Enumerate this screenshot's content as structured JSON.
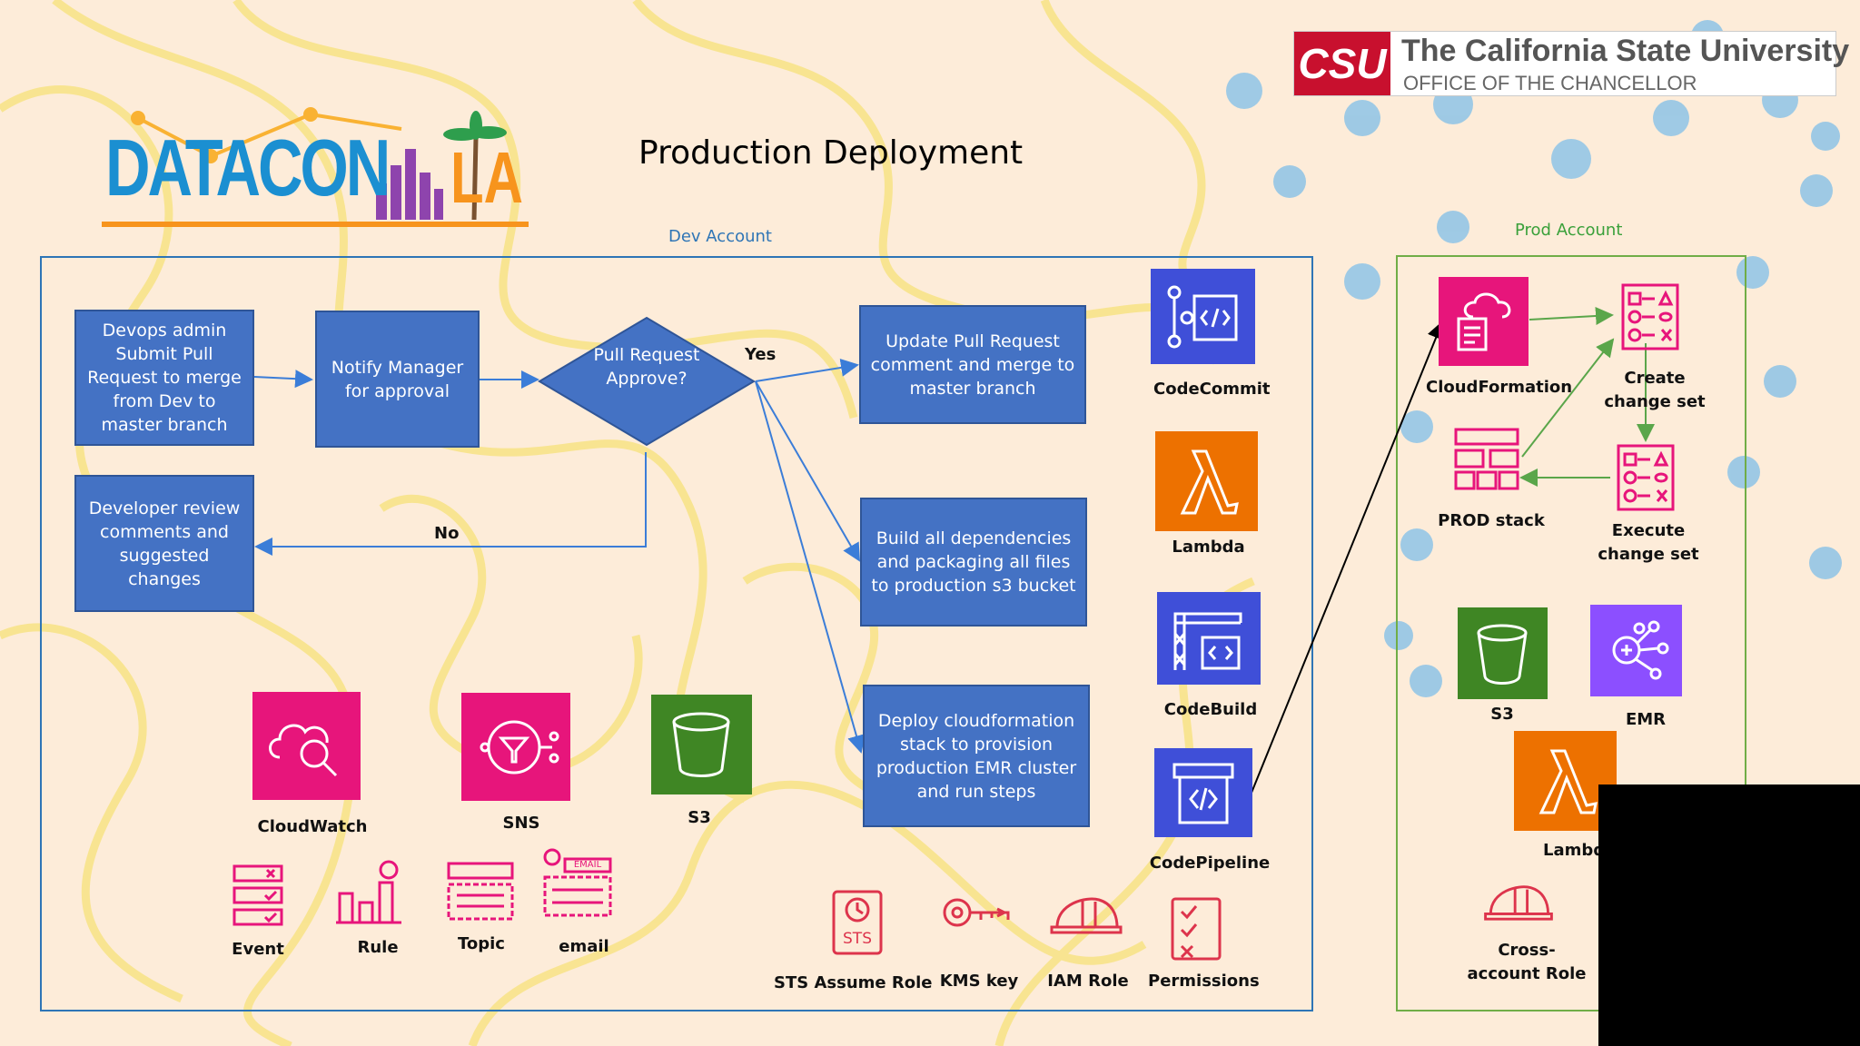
{
  "slide": {
    "title": "Production Deployment",
    "logo_text": "DATACON",
    "logo_suffix": "LA",
    "csu_mark": "CSU",
    "csu_name": "The California State University",
    "csu_office": "OFFICE OF THE CHANCELLOR"
  },
  "accounts": {
    "dev": "Dev Account",
    "prod": "Prod Account"
  },
  "flow": {
    "submit_pr": "Devops admin Submit Pull Request to merge from Dev to master branch",
    "notify_manager": "Notify Manager for approval",
    "decision": "Pull Request Approve?",
    "yes": "Yes",
    "no": "No",
    "review": "Developer review comments and suggested changes",
    "update_pr": "Update Pull Request comment and merge to master branch",
    "build": "Build all dependencies and packaging all files to production s3 bucket",
    "deploy": "Deploy cloudformation stack to provision production EMR cluster and run steps"
  },
  "dev_services": {
    "codecommit": "CodeCommit",
    "lambda": "Lambda",
    "codebuild": "CodeBuild",
    "codepipeline": "CodePipeline",
    "cloudwatch": "CloudWatch",
    "sns": "SNS",
    "s3": "S3",
    "event": "Event",
    "rule": "Rule",
    "topic": "Topic",
    "email": "email",
    "email_tag": "EMAIL",
    "sts": "STS Assume Role",
    "sts_tag": "STS",
    "kms": "KMS key",
    "iam": "IAM Role",
    "permissions": "Permissions"
  },
  "prod_services": {
    "cloudformation": "CloudFormation",
    "create_change_set": "Create change set",
    "prod_stack": "PROD stack",
    "execute_change_set": "Execute change set",
    "s3": "S3",
    "emr": "EMR",
    "lambda": "Lambd",
    "cross_account_role": "Cross-account Role"
  },
  "colors": {
    "box_fill": "#4472c4",
    "box_border": "#2f5597",
    "dev_frame": "#2e75b6",
    "prod_frame": "#70ad47",
    "aws_pink": "#e7157b",
    "aws_orange": "#ed7100",
    "aws_blue": "#3f4fd8",
    "aws_green": "#3f8624",
    "aws_purple": "#8c4fff",
    "csu_red": "#c8102e"
  }
}
